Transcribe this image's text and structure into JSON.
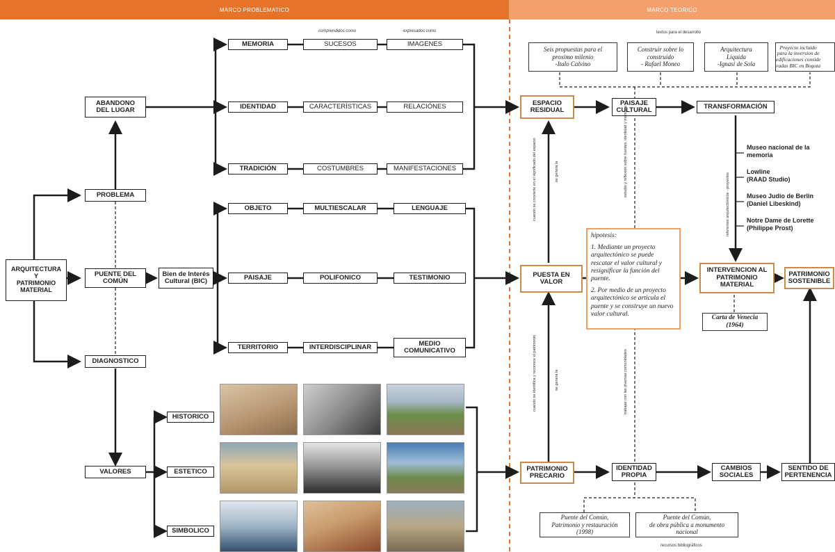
{
  "header": {
    "left_title": "MARCO PROBLEMATICO",
    "right_title": "MARCO TEORICO"
  },
  "problematico": {
    "root": "ARQUITECTURA\nY\nPATRIMONIO\nMATERIAL",
    "problema": "PROBLEMA",
    "abandono": "ABANDONO\nDEL LUGAR",
    "puente": "PUENTE DEL\nCOMÚN",
    "diagnostico": "DIAGNOSTICO",
    "valores": "VALORES",
    "bic": "Bien de Interés\nCultural (BIC)",
    "col_label_1": "comprendidos como",
    "col_label_2": "expresados como",
    "rows_top": [
      [
        "MEMORIA",
        "SUCESOS",
        "IMAGENES"
      ],
      [
        "IDENTIDAD",
        "CARACTERÍSTICAS",
        "RELACIÓNES"
      ],
      [
        "TRADICIÓN",
        "COSTUMBRES",
        "MANIFESTACIONES"
      ]
    ],
    "rows_mid": [
      [
        "OBJETO",
        "MULTIESCALAR",
        "LENGUAJE"
      ],
      [
        "PAISAJE",
        "POLIFONICO",
        "TESTIMONIO"
      ],
      [
        "TERRITORIO",
        "INTERDISCIPLINAR",
        "MEDIO\nCOMUNICATIVO"
      ]
    ],
    "valores_items": [
      "HISTORICO",
      "ESTETICO",
      "SIMBOLICO"
    ]
  },
  "teorico": {
    "refs_top_label": "textos para el desarrollo",
    "refs_top": [
      "Seis propuestas para el\nproximo milenio\n-Italo Calvino",
      "Construir sobre lo\nconstruido\n- Rafael Moneo",
      "Arquitectura\nLiquida\n-Ignasi de Sola",
      "Proyecto incluido\npara la inversion de\nedificaciones conside\nradas BIC en Bogota"
    ],
    "espacio": "ESPACIO\nRESIDUAL",
    "paisaje": "PAISAJE\nCULTURAL",
    "transformacion": "TRANSFORMACIÓN",
    "puesta": "PUESTA EN\nVALOR",
    "intervencion": "INTERVENCION AL\nPATRIMONIO\nMATERIAL",
    "sostenible": "PATRIMONIO\nSOSTENIBLE",
    "precario": "PATRIMONIO\nPRECARIO",
    "identidad_propia": "IDENTIDAD\nPROPIA",
    "cambios": "CAMBIOS\nSOCIALES",
    "sentido": "SENTIDO DE\nPERTENENCIA",
    "carta": "Carta de Venecia\n(1964)",
    "hipotesis": {
      "title": "hipotesis:",
      "p1": "1. Mediante un proyecto arquitectónico se puede rescatar el valor cultural y resignificar la función del puente.",
      "p2": "2. Por medio de un proyecto arquitectónico se articula el puente y se construye un nuevo valor cultural."
    },
    "museos": [
      "Museo nacional de la\nmemoria",
      "Lowline\n(RAAD Studio)",
      "Museo Judío de Berlin\n(Daniel Libeskind)",
      "Notre Dame de Lorette\n(Philippe Prost)"
    ],
    "refs_bottom": [
      "Puente del Común,\nPatrimonio y restauración\n(1998)",
      "Puente del Común,\nde obra pública a monumento\nnacional"
    ],
    "refs_bottom_label": "recursos bibliográficos",
    "vlabels": [
      "cuando se convierte en el significado del espacio",
      "se genera la",
      "cuando se identifica y reconoce el patrimonio",
      "se genera la",
      "estudio y reflexión sobre fuentes, identidad y memoria",
      "trabajar con las diversas comunidades",
      "referentes arquitectónicos - proyectos"
    ]
  },
  "photos": [
    {
      "name": "historico-photo-1",
      "c1": "#b99774",
      "c2": "#8c6d4b"
    },
    {
      "name": "historico-photo-2",
      "c1": "#8d8d8d",
      "c2": "#3c3c3c"
    },
    {
      "name": "historico-photo-3",
      "c1": "#6b8f4a",
      "c2": "#a6b6c4"
    },
    {
      "name": "estetico-photo-1",
      "c1": "#d9c59a",
      "c2": "#8fa7b8"
    },
    {
      "name": "estetico-photo-2",
      "c1": "#cfcfcf",
      "c2": "#2e2e2e"
    },
    {
      "name": "estetico-photo-3",
      "c1": "#4a7fb5",
      "c2": "#6f8a4b"
    },
    {
      "name": "simbolico-photo-1",
      "c1": "#dfe7ee",
      "c2": "#32506e"
    },
    {
      "name": "simbolico-photo-2",
      "c1": "#c79a6b",
      "c2": "#8a4a2d"
    },
    {
      "name": "simbolico-photo-3",
      "c1": "#9bb0be",
      "c2": "#7a6a50"
    }
  ]
}
